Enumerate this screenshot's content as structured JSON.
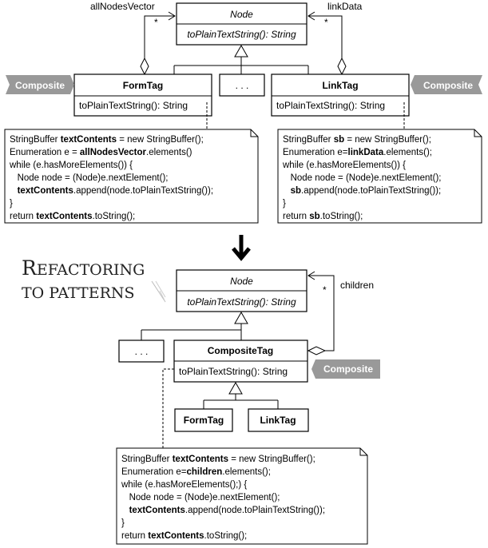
{
  "top": {
    "node": {
      "name": "Node",
      "method": "toPlainTextString(): String"
    },
    "form_tag": {
      "name": "FormTag",
      "method": "toPlainTextString(): String"
    },
    "link_tag": {
      "name": "LinkTag",
      "method": "toPlainTextString(): String"
    },
    "ellipsis": ". . .",
    "assoc_left": {
      "label": "allNodesVector",
      "multiplicity": "*"
    },
    "assoc_right": {
      "label": "linkData",
      "multiplicity": "*"
    },
    "banner_left": "Composite",
    "banner_right": "Composite",
    "note_left": [
      [
        {
          "t": "StringBuffer "
        },
        {
          "t": "textContents",
          "b": true
        },
        {
          "t": " = new StringBuffer();"
        }
      ],
      [
        {
          "t": "Enumeration e = "
        },
        {
          "t": "allNodesVector",
          "b": true
        },
        {
          "t": ".elements()"
        }
      ],
      [
        {
          "t": "while (e.hasMoreElements()) {"
        }
      ],
      [
        {
          "t": "   Node node = (Node)e.nextElement();"
        }
      ],
      [
        {
          "t": "   "
        },
        {
          "t": "textContents",
          "b": true
        },
        {
          "t": ".append(node.toPlainTextString());"
        }
      ],
      [
        {
          "t": "}"
        }
      ],
      [
        {
          "t": "return "
        },
        {
          "t": "textContents",
          "b": true
        },
        {
          "t": ".toString();"
        }
      ]
    ],
    "note_right": [
      [
        {
          "t": "StringBuffer "
        },
        {
          "t": "sb",
          "b": true
        },
        {
          "t": " = new StringBuffer();"
        }
      ],
      [
        {
          "t": "Enumeration e="
        },
        {
          "t": "linkData",
          "b": true
        },
        {
          "t": ".elements();"
        }
      ],
      [
        {
          "t": "while (e.hasMoreElements()) {"
        }
      ],
      [
        {
          "t": "   Node node = (Node)e.nextElement();"
        }
      ],
      [
        {
          "t": "   "
        },
        {
          "t": "sb",
          "b": true
        },
        {
          "t": ".append(node.toPlainTextString());"
        }
      ],
      [
        {
          "t": "}"
        }
      ],
      [
        {
          "t": "return "
        },
        {
          "t": "sb",
          "b": true
        },
        {
          "t": ".toString();"
        }
      ]
    ]
  },
  "arrow": "down-arrow-icon",
  "logo": {
    "line1": "Refactoring",
    "line2": "to Patterns"
  },
  "bottom": {
    "node": {
      "name": "Node",
      "method": "toPlainTextString(): String"
    },
    "composite_tag": {
      "name": "CompositeTag",
      "method": "toPlainTextString(): String"
    },
    "form_tag": {
      "name": "FormTag"
    },
    "link_tag": {
      "name": "LinkTag"
    },
    "ellipsis": ". . .",
    "assoc": {
      "label": "children",
      "multiplicity": "*"
    },
    "banner": "Composite",
    "note": [
      [
        {
          "t": "StringBuffer "
        },
        {
          "t": "textContents",
          "b": true
        },
        {
          "t": " = new StringBuffer();"
        }
      ],
      [
        {
          "t": "Enumeration e="
        },
        {
          "t": "children",
          "b": true
        },
        {
          "t": ".elements();"
        }
      ],
      [
        {
          "t": "while (e.hasMoreElements();) {"
        }
      ],
      [
        {
          "t": "   Node node = (Node)e.nextElement();"
        }
      ],
      [
        {
          "t": "   "
        },
        {
          "t": "textContents",
          "b": true
        },
        {
          "t": ".append(node.toPlainTextString());"
        }
      ],
      [
        {
          "t": "}"
        }
      ],
      [
        {
          "t": "return "
        },
        {
          "t": "textContents",
          "b": true
        },
        {
          "t": ".toString();"
        }
      ]
    ]
  },
  "colors": {
    "banner": "#999999",
    "line": "#000000",
    "background": "#ffffff"
  }
}
